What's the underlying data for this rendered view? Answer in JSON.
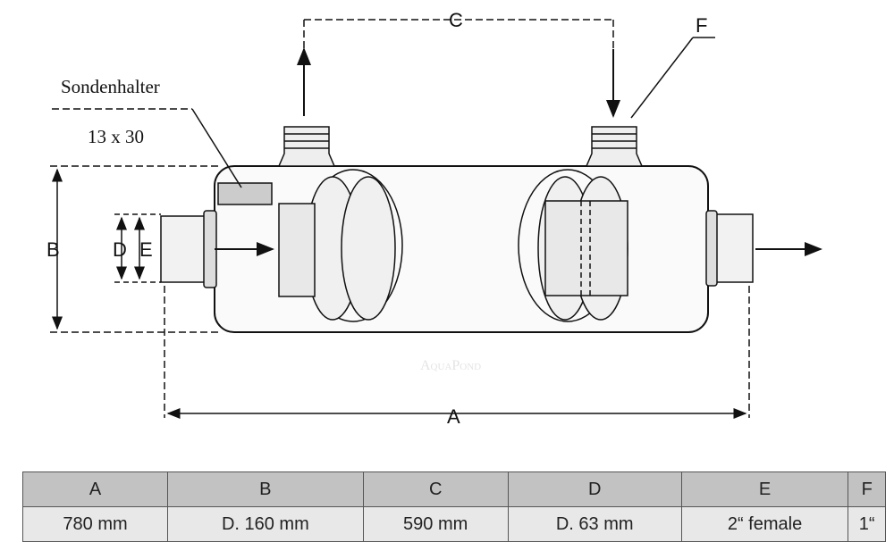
{
  "diagram": {
    "labels": {
      "a": "A",
      "b": "B",
      "c": "C",
      "d": "D",
      "e": "E",
      "f": "F"
    },
    "probe_holder": "Sondenhalter",
    "probe_size": "13 x 30",
    "watermark": "AquaPond"
  },
  "table": {
    "headers": [
      "A",
      "B",
      "C",
      "D",
      "E",
      "F"
    ],
    "values": [
      "780 mm",
      "D. 160 mm",
      "590 mm",
      "D. 63 mm",
      "2“ female",
      "1“"
    ]
  }
}
